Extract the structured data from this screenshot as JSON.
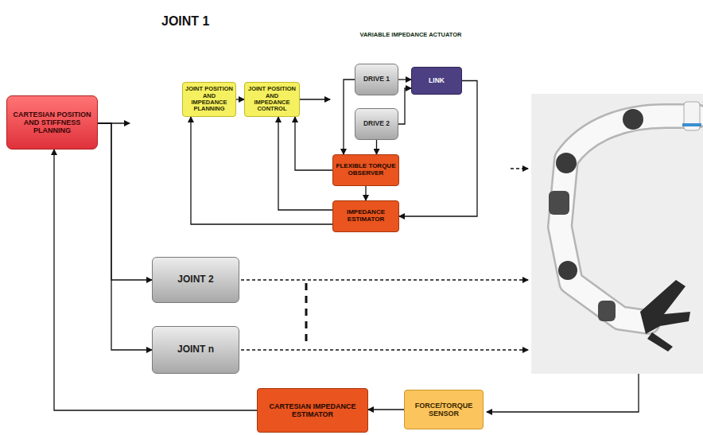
{
  "diagram": {
    "nodes": [
      {
        "text": [
          "CARTESIAN POSITION AND STIFFNESS PLANNING"
        ]
      },
      {
        "text": [
          "JOINT 1"
        ]
      },
      {
        "text": [
          "JOINT POSITION AND IMPEDANCE PLANNING"
        ],
        "in": 1
      },
      {
        "text": [
          "JOINT POSITION AND IMPEDANCE CONTROL"
        ],
        "in": 1
      },
      {
        "text": [
          "VARIABLE IMPEDANCE ACTUATOR"
        ],
        "in": 1
      },
      {
        "text": [
          "DRIVE 1"
        ],
        "in": 4
      },
      {
        "text": [
          "DRIVE 2"
        ],
        "in": 4
      },
      {
        "text": [
          "LINK"
        ],
        "in": 4
      },
      {
        "text": [
          "FLEXIBLE TORQUE OBSERVER"
        ],
        "in": 1
      },
      {
        "text": [
          "IMPEDANCE ESTIMATOR"
        ],
        "in": 1
      },
      {
        "text": [
          "JOINT 2"
        ]
      },
      {
        "text": [
          "JOINT n"
        ]
      },
      {
        "text": [
          "FORCE/TORQUE SENSOR"
        ]
      },
      {
        "text": [
          "CARTESIAN IMPEDANCE ESTIMATOR"
        ]
      }
    ],
    "edges": [
      {
        "from": 0,
        "to": 1,
        "arrow": "to"
      },
      {
        "from": 0,
        "to": 10,
        "arrow": "to"
      },
      {
        "from": 0,
        "to": 11,
        "arrow": "to"
      },
      {
        "from": 2,
        "to": 3,
        "arrow": "to"
      },
      {
        "from": 3,
        "to": 4,
        "arrow": "to"
      },
      {
        "from": 5,
        "to": 7,
        "arrow": "to"
      },
      {
        "from": 6,
        "to": 7,
        "arrow": "to"
      },
      {
        "from": 7,
        "to": 9,
        "arrow": "to"
      },
      {
        "from": 5,
        "to": 8,
        "arrow": "to"
      },
      {
        "from": 6,
        "to": 8,
        "arrow": "to"
      },
      {
        "from": 8,
        "to": 3,
        "arrow": "to"
      },
      {
        "from": 8,
        "to": 9,
        "arrow": "to"
      },
      {
        "from": 9,
        "to": 3,
        "arrow": "to"
      },
      {
        "from": 9,
        "to": 2,
        "arrow": "to"
      },
      {
        "from": 12,
        "to": 13,
        "arrow": "to"
      },
      {
        "from": 13,
        "to": 0,
        "arrow": "to"
      }
    ]
  }
}
